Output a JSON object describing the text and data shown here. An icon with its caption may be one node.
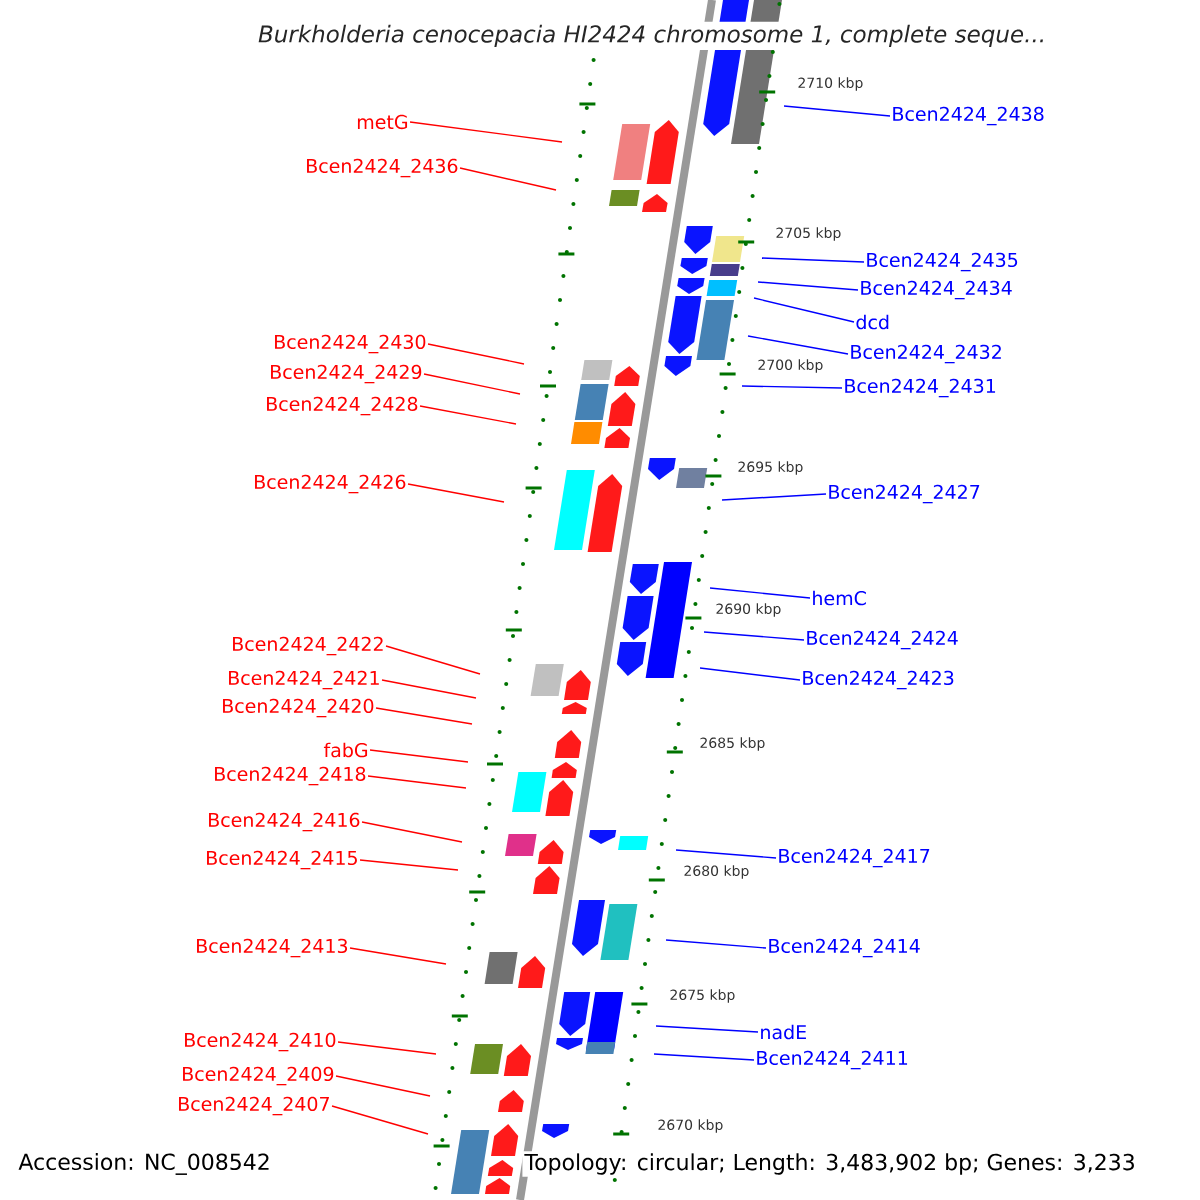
{
  "diagram": {
    "title": "Burkholderia cenocepacia HI2424 chromosome 1, complete seque...",
    "nodes": [
      {
        "text": [
          "metG"
        ]
      },
      {
        "text": [
          "Bcen2424_2436"
        ]
      },
      {
        "text": [
          "Bcen2424_2430"
        ]
      },
      {
        "text": [
          "Bcen2424_2429"
        ]
      },
      {
        "text": [
          "Bcen2424_2428"
        ]
      },
      {
        "text": [
          "Bcen2424_2426"
        ]
      },
      {
        "text": [
          "Bcen2424_2422"
        ]
      },
      {
        "text": [
          "Bcen2424_2421"
        ]
      },
      {
        "text": [
          "Bcen2424_2420"
        ]
      },
      {
        "text": [
          "fabG"
        ]
      },
      {
        "text": [
          "Bcen2424_2418"
        ]
      },
      {
        "text": [
          "Bcen2424_2416"
        ]
      },
      {
        "text": [
          "Bcen2424_2415"
        ]
      },
      {
        "text": [
          "Bcen2424_2413"
        ]
      },
      {
        "text": [
          "Bcen2424_2410"
        ]
      },
      {
        "text": [
          "Bcen2424_2409"
        ]
      },
      {
        "text": [
          "Bcen2424_2407"
        ]
      },
      {
        "text": [
          "Bcen2424_2438"
        ]
      },
      {
        "text": [
          "Bcen2424_2435"
        ]
      },
      {
        "text": [
          "Bcen2424_2434"
        ]
      },
      {
        "text": [
          "dcd"
        ]
      },
      {
        "text": [
          "Bcen2424_2432"
        ]
      },
      {
        "text": [
          "Bcen2424_2431"
        ]
      },
      {
        "text": [
          "Bcen2424_2427"
        ]
      },
      {
        "text": [
          "hemC"
        ]
      },
      {
        "text": [
          "Bcen2424_2424"
        ]
      },
      {
        "text": [
          "Bcen2424_2423"
        ]
      },
      {
        "text": [
          "Bcen2424_2417"
        ]
      },
      {
        "text": [
          "Bcen2424_2414"
        ]
      },
      {
        "text": [
          "nadE"
        ]
      },
      {
        "text": [
          "Bcen2424_2411"
        ]
      }
    ],
    "edges": [
      {
        "from": 0,
        "to": null,
        "arrow": "none"
      },
      {
        "from": 1,
        "to": null,
        "arrow": "none"
      },
      {
        "from": 2,
        "to": null,
        "arrow": "none"
      },
      {
        "from": 3,
        "to": null,
        "arrow": "none"
      },
      {
        "from": 4,
        "to": null,
        "arrow": "none"
      },
      {
        "from": 5,
        "to": null,
        "arrow": "none"
      },
      {
        "from": 6,
        "to": null,
        "arrow": "none"
      },
      {
        "from": 7,
        "to": null,
        "arrow": "none"
      },
      {
        "from": 8,
        "to": null,
        "arrow": "none"
      },
      {
        "from": 9,
        "to": null,
        "arrow": "none"
      },
      {
        "from": 10,
        "to": null,
        "arrow": "none"
      },
      {
        "from": 11,
        "to": null,
        "arrow": "none"
      },
      {
        "from": 12,
        "to": null,
        "arrow": "none"
      },
      {
        "from": 13,
        "to": null,
        "arrow": "none"
      },
      {
        "from": 14,
        "to": null,
        "arrow": "none"
      },
      {
        "from": 15,
        "to": null,
        "arrow": "none"
      },
      {
        "from": 16,
        "to": null,
        "arrow": "none"
      },
      {
        "from": 17,
        "to": null,
        "arrow": "none",
        "color": "#0000ff"
      },
      {
        "from": 18,
        "to": null,
        "arrow": "none",
        "color": "#0000ff"
      },
      {
        "from": 19,
        "to": null,
        "arrow": "none",
        "color": "#0000ff"
      },
      {
        "from": 20,
        "to": null,
        "arrow": "none",
        "color": "#0000ff"
      },
      {
        "from": 21,
        "to": null,
        "arrow": "none",
        "color": "#0000ff"
      },
      {
        "from": 22,
        "to": null,
        "arrow": "none",
        "color": "#0000ff"
      },
      {
        "from": 23,
        "to": null,
        "arrow": "none",
        "color": "#0000ff"
      },
      {
        "from": 24,
        "to": null,
        "arrow": "none",
        "color": "#0000ff"
      },
      {
        "from": 25,
        "to": null,
        "arrow": "none",
        "color": "#0000ff"
      },
      {
        "from": 26,
        "to": null,
        "arrow": "none",
        "color": "#0000ff"
      },
      {
        "from": 27,
        "to": null,
        "arrow": "none",
        "color": "#0000ff"
      },
      {
        "from": 28,
        "to": null,
        "arrow": "none",
        "color": "#0000ff"
      },
      {
        "from": 29,
        "to": null,
        "arrow": "none",
        "color": "#0000ff"
      },
      {
        "from": 30,
        "to": null,
        "arrow": "none",
        "color": "#0000ff"
      }
    ],
    "labels": [
      "2710 kbp",
      "2705 kbp",
      "2700 kbp",
      "2695 kbp",
      "2690 kbp",
      "2685 kbp",
      "2680 kbp",
      "2675 kbp",
      "2670 kbp",
      "Accession: NC_008542",
      "Topology: circular; Length: 3,483,902 bp; Genes: 3,233"
    ]
  }
}
